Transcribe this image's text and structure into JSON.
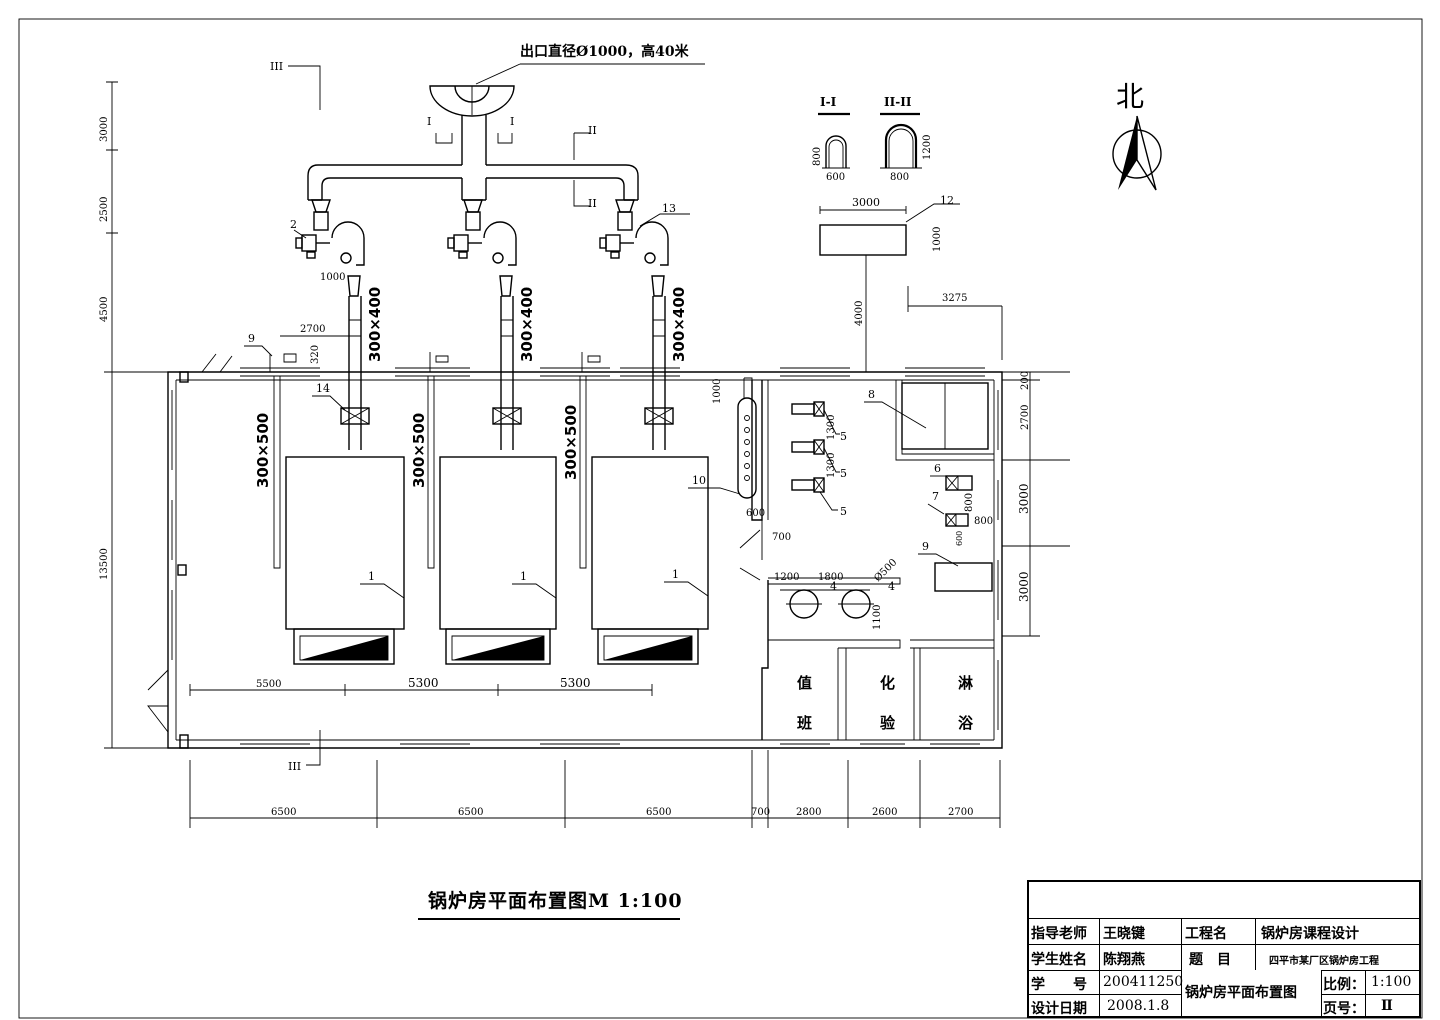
{
  "top_label": "出口直径Ø1000，高40米",
  "north_label": "北",
  "section_labels": {
    "sec1": "I-I",
    "sec2": "II-II",
    "I": "I",
    "II": "II",
    "III": "III"
  },
  "left_dims": [
    "3000",
    "2500",
    "4500",
    "13500"
  ],
  "dims": {
    "d1000": "1000",
    "d2700": "2700",
    "d320": "320",
    "d3000": "3000",
    "d3275": "3275",
    "d4000": "4000",
    "d1000v": "1000",
    "d800a": "800",
    "d600a": "600",
    "d1200": "1200",
    "d800b": "800",
    "d200": "200",
    "d2700r": "2700",
    "d3000r1": "3000",
    "d3000r2": "3000",
    "d1000b": "1000",
    "d1300a": "1300",
    "d1300b": "1300",
    "d600c": "600",
    "d700": "700",
    "d1200b": "1200",
    "d1800": "1800",
    "d500": "Ø500",
    "d1100": "1100",
    "d800c": "800",
    "d800d": "800",
    "d600d": "600"
  },
  "duct_labels": {
    "v1": "300×400",
    "v2": "300×400",
    "v3": "300×400",
    "h1": "300×500",
    "h2": "300×500",
    "h3": "300×500"
  },
  "mid_dims": [
    "5500",
    "5300",
    "5300"
  ],
  "bottom_dims": [
    "6500",
    "6500",
    "6500",
    "700",
    "2800",
    "2600",
    "2700"
  ],
  "rooms": {
    "duty1": "值",
    "duty2": "班",
    "lab1": "化",
    "lab2": "验",
    "shower1": "淋",
    "shower2": "浴"
  },
  "callouts": {
    "c1a": "1",
    "c1b": "1",
    "c1c": "1",
    "c2": "2",
    "c13": "13",
    "c12": "12",
    "c9a": "9",
    "c14": "14",
    "c8": "8",
    "c5a": "5",
    "c5b": "5",
    "c5c": "5",
    "c10": "10",
    "c6": "6",
    "c7": "7",
    "c9b": "9",
    "c4a": "4",
    "c4b": "4"
  },
  "title": "锅炉房平面布置图M  1:100",
  "title_block": {
    "advisor_label": "指导老师",
    "advisor": "王晓键",
    "project_label": "工程名",
    "project": "锅炉房课程设计",
    "student_label": "学生姓名",
    "student": "陈翔燕",
    "topic_label": "题　目",
    "topic": "四平市某厂区锅炉房工程",
    "id_label": "学　　号",
    "id": "200411250",
    "drawing": "锅炉房平面布置图",
    "scale_label": "比例：",
    "scale": "1:100",
    "date_label": "设计日期",
    "date": "2008.1.8",
    "page_label": "页号：",
    "page": "Ⅱ"
  }
}
